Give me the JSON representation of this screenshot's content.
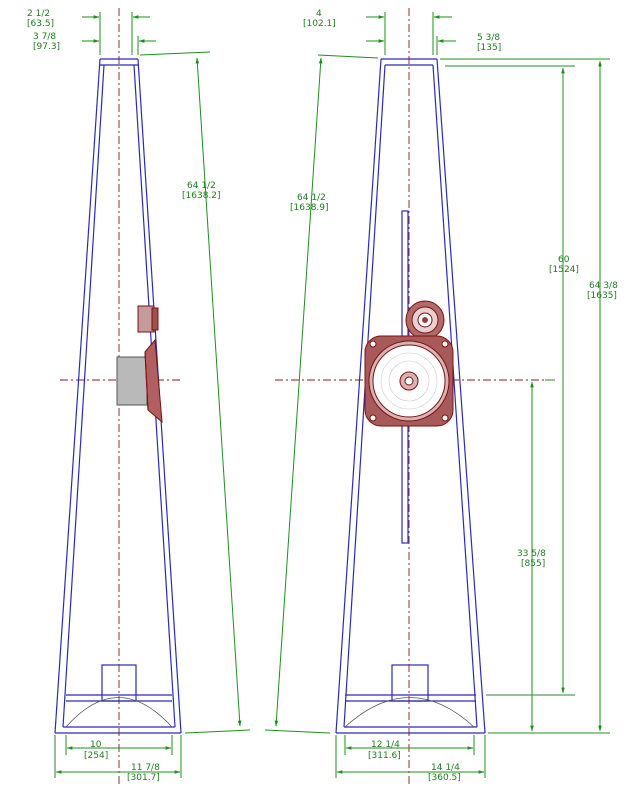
{
  "colors": {
    "enclosure": "#2a2ab8",
    "dimension": "#1f8f1f",
    "centerline": "#8b1a1a",
    "speaker": "#7a1010"
  },
  "side_view": {
    "dims": {
      "top_outer": [
        "2 1/2",
        "[63.5]"
      ],
      "top_inner": [
        "3 7/8",
        "[97.3]"
      ],
      "slant_height": [
        "64 1/2",
        "[1638.2]"
      ],
      "base_inner": [
        "10",
        "[254]"
      ],
      "base_outer": [
        "11 7/8",
        "[301.7]"
      ]
    }
  },
  "front_view": {
    "dims": {
      "top_inner": [
        "4",
        "[102.1]"
      ],
      "top_outer": [
        "5 3/8",
        "[135]"
      ],
      "slant_height": [
        "64 1/2",
        "[1638.9]"
      ],
      "height_60": [
        "60",
        "[1524]"
      ],
      "total_height": [
        "64 3/8",
        "[1635]"
      ],
      "driver_center_height": [
        "33 5/8",
        "[855]"
      ],
      "base_inner": [
        "12 1/4",
        "[311.6]"
      ],
      "base_outer": [
        "14 1/4",
        "[360.5]"
      ]
    }
  }
}
